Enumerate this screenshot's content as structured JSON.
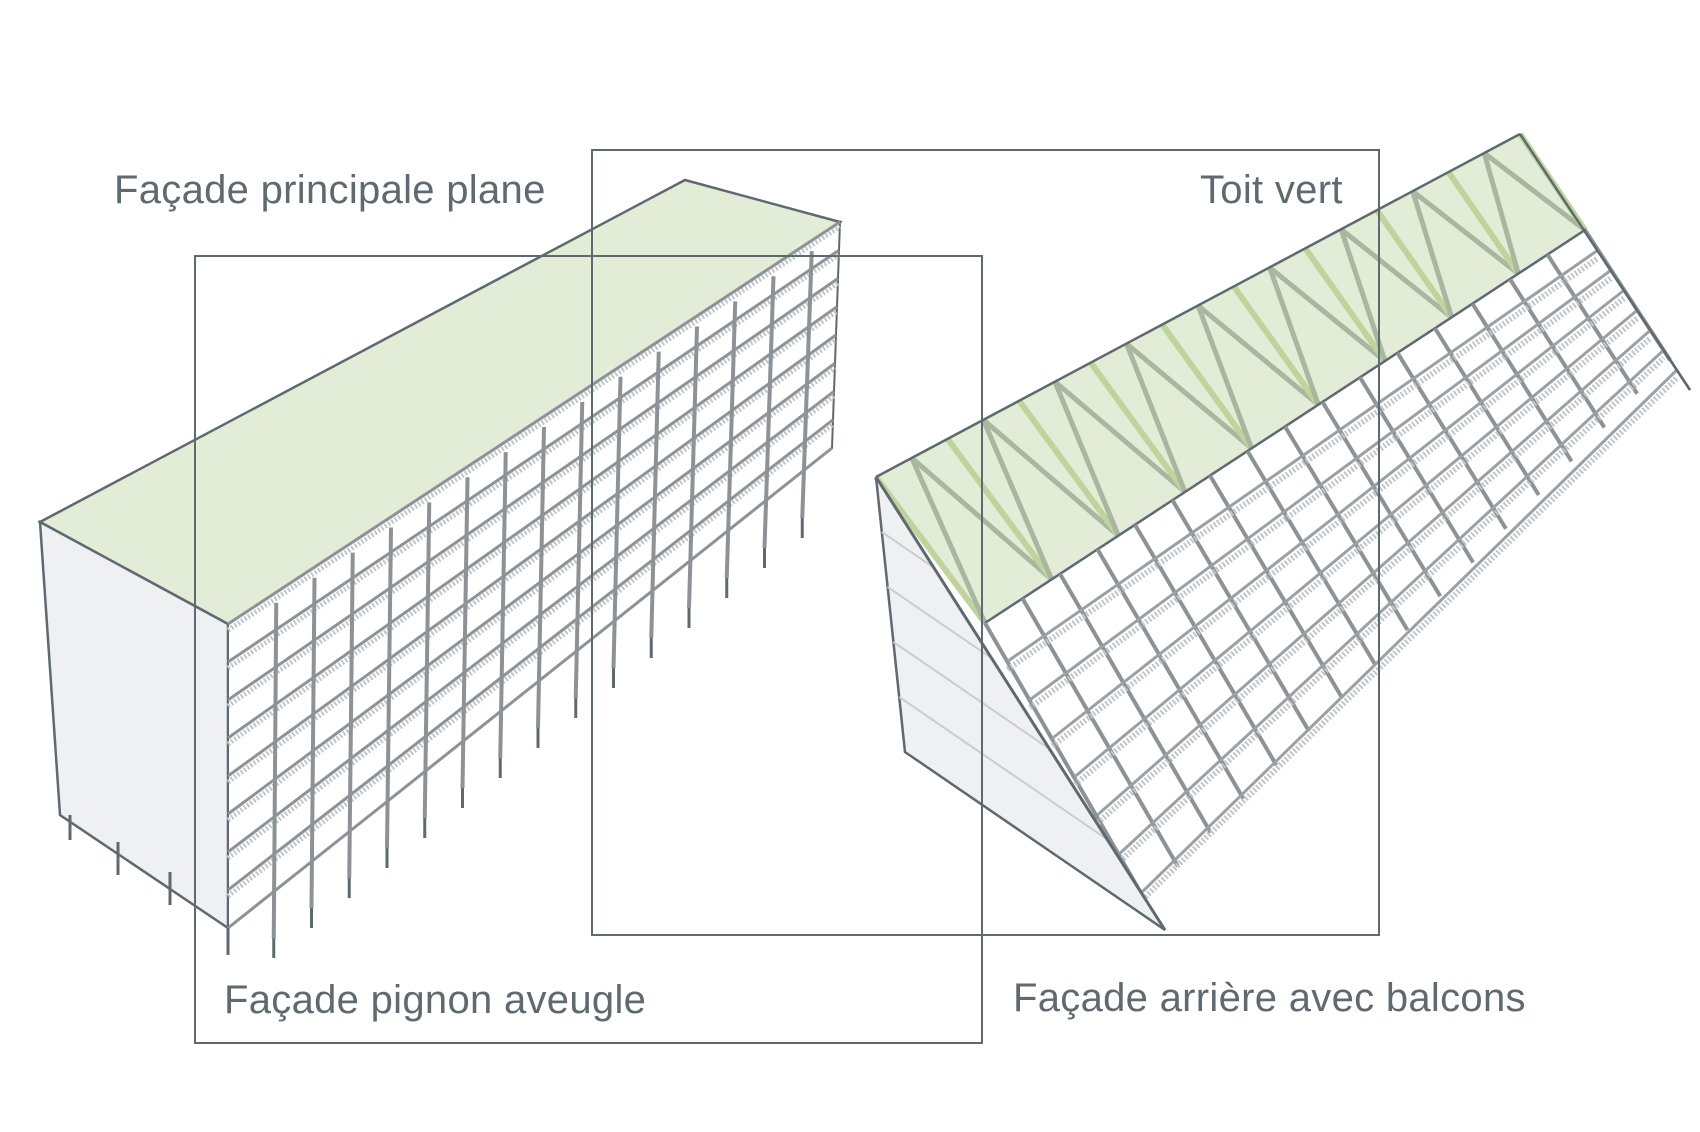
{
  "labels": {
    "facade_principale": "Façade principale plane",
    "toit_vert": "Toit vert",
    "facade_pignon": "Façade pignon aveugle",
    "facade_arriere": "Façade arrière avec balcons"
  },
  "colors": {
    "line": "#5f6970",
    "green_roof": "#e3ecd7",
    "green_truss": "#bfd49c",
    "wall": "#eef0f2",
    "structure": "#8c9296",
    "background": "#ffffff"
  }
}
